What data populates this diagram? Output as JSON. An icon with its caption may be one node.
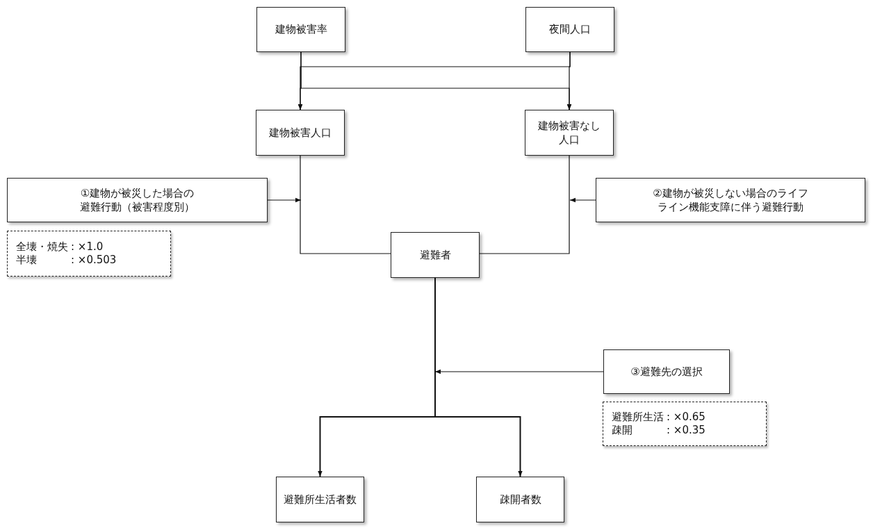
{
  "diagram": {
    "nodes": [
      {
        "text": [
          "建物被害率"
        ]
      },
      {
        "text": [
          "夜間人口"
        ]
      },
      {
        "text": [
          "建物被害人口"
        ]
      },
      {
        "text": [
          "建物被害なし人口"
        ]
      },
      {
        "text": [
          "①建物が被災した場合の避難行動（被害程度別）"
        ]
      },
      {
        "text": [
          "全壊・焼失",
          ": ×1.0",
          "半壊",
          ": ×0.503"
        ]
      },
      {
        "text": [
          "②建物が被災しない場合のライフライン機能支障に伴う避難行動"
        ]
      },
      {
        "text": [
          "避難者"
        ]
      },
      {
        "text": [
          "③避難先の選択"
        ]
      },
      {
        "text": [
          "避難所生活",
          ": ×0.65",
          "疎開",
          ": ×0.35"
        ]
      },
      {
        "text": [
          "避難所生活者数"
        ]
      },
      {
        "text": [
          "疎開者数"
        ]
      }
    ],
    "edges": [
      {
        "from": 0,
        "to": 2,
        "arrow": "to"
      },
      {
        "from": 0,
        "to": 3,
        "arrow": "to"
      },
      {
        "from": 1,
        "to": 2,
        "arrow": "to"
      },
      {
        "from": 1,
        "to": 3,
        "arrow": "to"
      },
      {
        "from": 4,
        "to": null,
        "arrow": "to"
      },
      {
        "from": 6,
        "to": null,
        "arrow": "to"
      },
      {
        "from": 2,
        "to": 7,
        "arrow": "to"
      },
      {
        "from": 3,
        "to": 7,
        "arrow": "to"
      },
      {
        "from": 8,
        "to": null,
        "arrow": "to"
      },
      {
        "from": 7,
        "to": 10,
        "arrow": "to"
      },
      {
        "from": 7,
        "to": 11,
        "arrow": "to"
      }
    ]
  }
}
